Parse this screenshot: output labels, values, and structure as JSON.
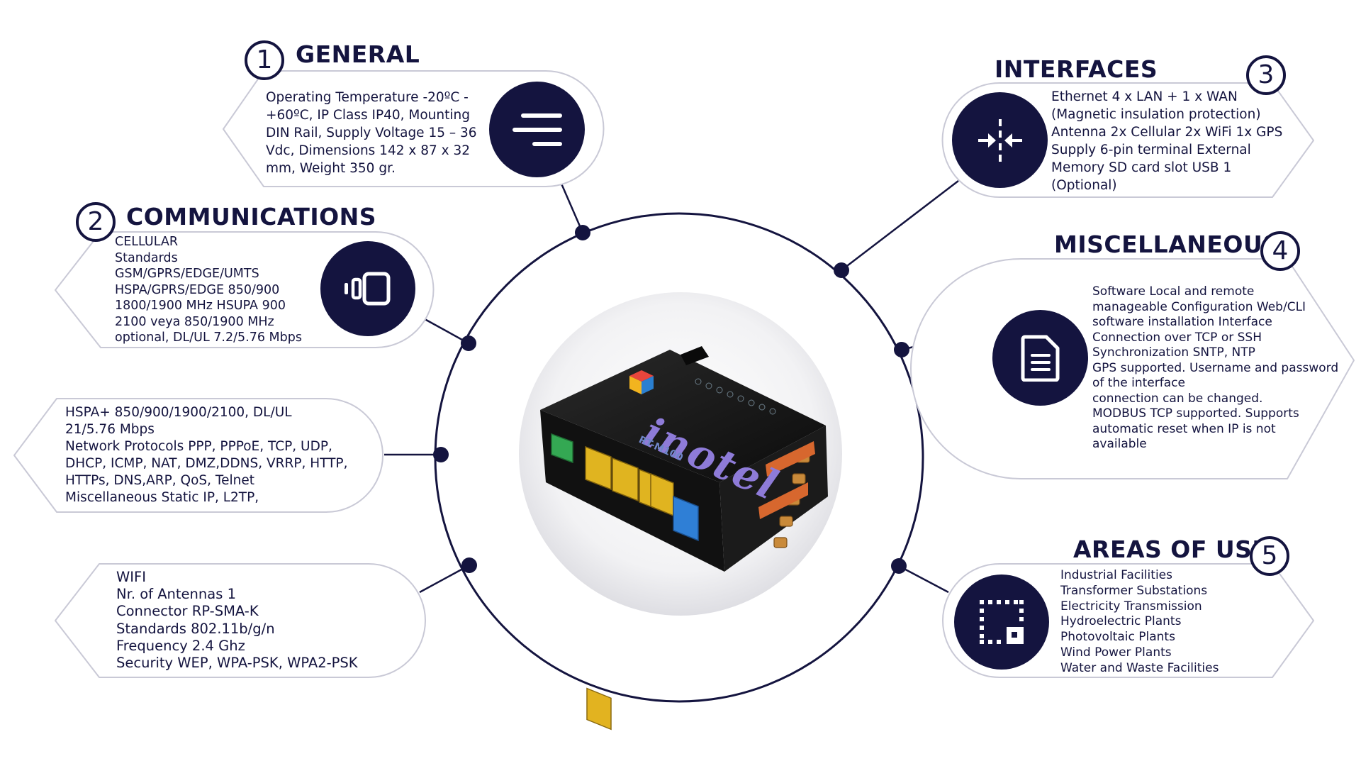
{
  "colors": {
    "navy": "#14143f",
    "panel_border": "#c9c9d6",
    "white": "#ffffff"
  },
  "center": {
    "brand_logo_text": "inotel",
    "device_model_text": "RT-M100"
  },
  "sections": {
    "general": {
      "number": "1",
      "title": "GENERAL",
      "icon": "menu-lines-icon",
      "text": "Operating Temperature -20ºC -\n+60ºC, IP Class IP40, Mounting\nDIN Rail, Supply Voltage 15 – 36\nVdc, Dimensions 142 x 87 x 32\nmm, Weight 350 gr."
    },
    "communications": {
      "number": "2",
      "title": "COMMUNICATIONS",
      "icon": "mobile-devices-icon",
      "text": "CELLULAR\nStandards\nGSM/GPRS/EDGE/UMTS\nHSPA/GPRS/EDGE 850/900\n1800/1900 MHz HSUPA 900\n2100 veya 850/1900 MHz\noptional, DL/UL 7.2/5.76 Mbps"
    },
    "network": {
      "text": "HSPA+ 850/900/1900/2100, DL/UL\n21/5.76 Mbps\nNetwork Protocols PPP, PPPoE, TCP, UDP,\nDHCP, ICMP, NAT, DMZ,DDNS, VRRP, HTTP,\nHTTPs, DNS,ARP, QoS, Telnet\nMiscellaneous Static IP, L2TP,"
    },
    "wifi": {
      "text": "WIFI\nNr. of Antennas 1\nConnector RP-SMA-K\nStandards 802.11b/g/n\nFrequency 2.4 Ghz\nSecurity WEP, WPA-PSK, WPA2-PSK"
    },
    "interfaces": {
      "number": "3",
      "title": "INTERFACES",
      "icon": "compress-arrows-icon",
      "text": "Ethernet 4 x LAN + 1 x WAN\n(Magnetic insulation protection)\nAntenna 2x Cellular 2x WiFi 1x GPS\nSupply 6-pin terminal External\nMemory SD card slot USB 1\n(Optional)"
    },
    "miscellaneous": {
      "number": "4",
      "title": "MISCELLANEOUS",
      "icon": "document-icon",
      "text": "Software Local and remote\nmanageable Configuration Web/CLI\nsoftware installation Interface\nConnection over TCP or SSH\nSynchronization SNTP, NTP\nGPS supported. Username and password\nof the interface\nconnection can be changed.\nMODBUS TCP supported. Supports\nautomatic reset when IP is not\navailable"
    },
    "areas": {
      "number": "5",
      "title": "AREAS OF USE",
      "icon": "select-area-icon",
      "text": "Industrial Facilities\nTransformer Substations\nElectricity Transmission\nHydroelectric Plants\nPhotovoltaic Plants\nWind Power Plants\nWater and Waste Facilities"
    }
  }
}
